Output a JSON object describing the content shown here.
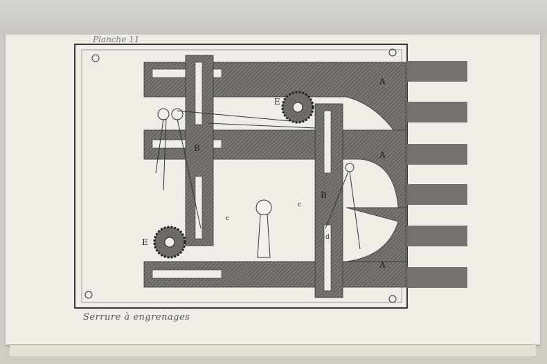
{
  "plate": {
    "title": "Planche 11",
    "caption": "Serrure à engrenages"
  },
  "labels": {
    "a1": "A",
    "a2": "A",
    "a3": "A",
    "b1": "B",
    "b2": "B",
    "e1": "E",
    "e2": "E",
    "c1": "c",
    "c2": "c",
    "d": "d"
  },
  "colors": {
    "paper": "#efede5",
    "metal": "#6e6b66",
    "ink": "#2f2d2a"
  }
}
